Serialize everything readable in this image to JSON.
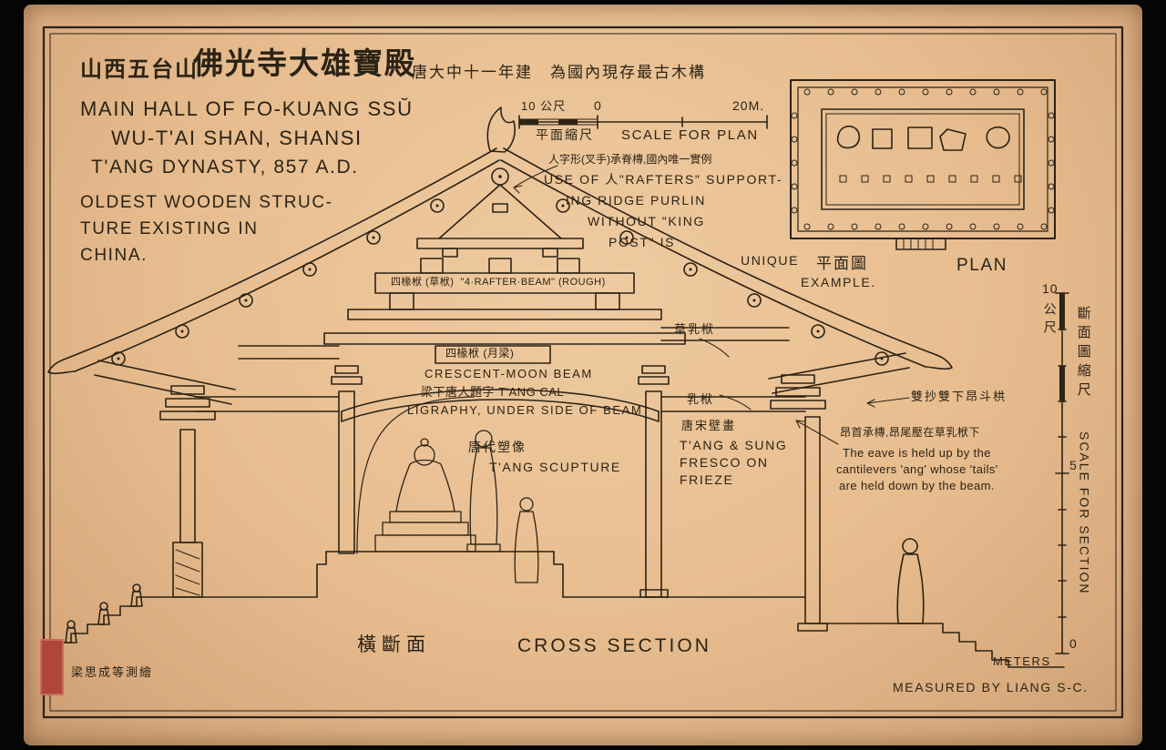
{
  "colors": {
    "paper": "#e6bd90",
    "ink": "#2c2315",
    "seal_red": "#b0453a",
    "frame": "#050505"
  },
  "title_block": {
    "cn_prefix": "山西五台山",
    "cn_main": "佛光寺大雄寶殿",
    "cn_sub": "唐大中十一年建　為國內現存最古木構",
    "en_lines": [
      "MAIN HALL OF FO-KUANG SSŬ",
      "WU-T'AI SHAN, SHANSI",
      "T'ANG DYNASTY, 857 A.D."
    ],
    "en_note": [
      "OLDEST WOODEN STRUC-",
      "TURE EXISTING IN",
      "CHINA."
    ]
  },
  "plan_scale": {
    "left": "10 公尺",
    "zero": "0",
    "right": "20M.",
    "cn": "平面縮尺",
    "en": "SCALE FOR PLAN"
  },
  "plan": {
    "cn": "平面圖",
    "en": "PLAN"
  },
  "ridge_note": {
    "cn": "人字形(叉手)承脊槫,國內唯一實例",
    "en": [
      "USE OF 人\"RAFTERS\" SUPPORT-",
      "ING RIDGE PURLIN",
      "WITHOUT \"KING",
      "POST\" IS",
      "UNIQUE",
      "EXAMPLE."
    ]
  },
  "beam_labels": {
    "four_rafter": "四椽栿 (草栿)  \"4·RAFTER·BEAM\" (ROUGH)",
    "cao_ru_fu": "草乳栿",
    "crescent_cn": "四椽栿 (月梁)",
    "crescent_en": "CRESCENT-MOON BEAM",
    "calligraphy": [
      "梁下唐人題字 T'ANG CAL-",
      "LIGRAPHY, UNDER SIDE OF BEAM"
    ],
    "ru_fu": "乳栿"
  },
  "fresco_note": {
    "cn": "唐宋壁畫",
    "en": [
      "T'ANG & SUNG",
      "FRESCO ON",
      "FRIEZE"
    ]
  },
  "sculpture_note": {
    "cn": "唐代塑像",
    "en": "T'ANG SCUPTURE"
  },
  "dougong_note": {
    "cn": "雙抄雙下昂斗栱",
    "cn2": "昂首承槫,昂尾壓在草乳栿下",
    "en": [
      "The eave is held up by the",
      "cantilevers 'ang' whose 'tails'",
      "are held down by the beam."
    ]
  },
  "section_scale": {
    "ten": "10",
    "meters_cn": "公尺",
    "cn": "斷面圖縮尺",
    "five": "5",
    "en": "SCALE FOR SECTION",
    "zero": "0",
    "meters": "METERS"
  },
  "footer": {
    "cn": "橫斷面",
    "en": "CROSS SECTION",
    "surveyed_cn": "梁思成等測繪",
    "measured_en": "MEASURED BY LIANG S-C."
  }
}
